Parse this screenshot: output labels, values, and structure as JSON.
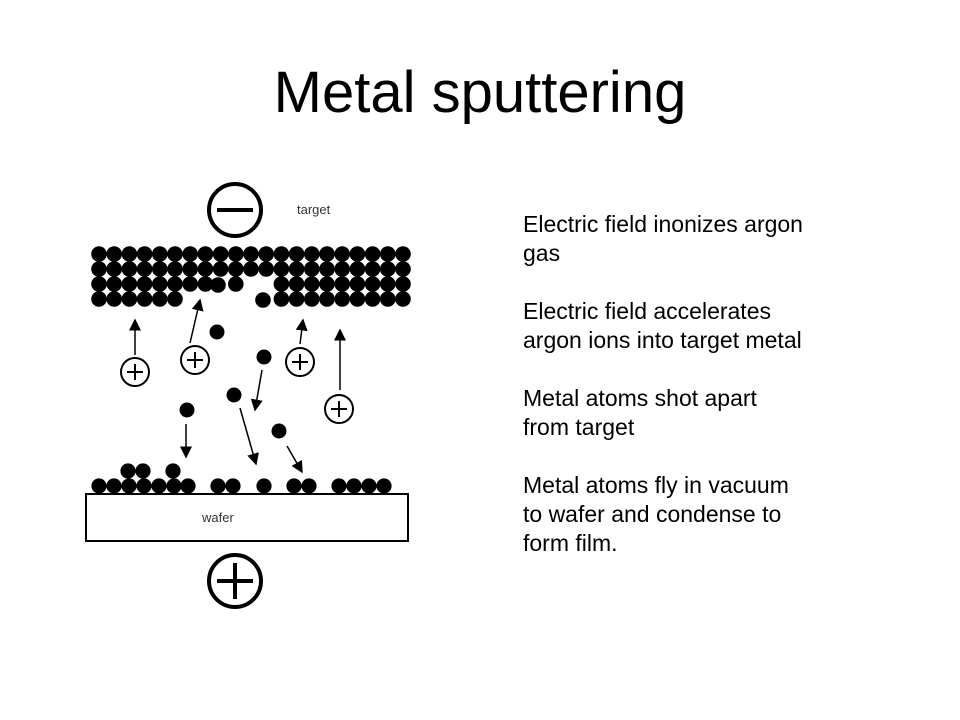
{
  "slide": {
    "title": "Metal sputtering"
  },
  "diagram": {
    "target_label": "target",
    "wafer_label": "wafer",
    "colors": {
      "atom": "#000000",
      "stroke": "#000000",
      "background": "#ffffff"
    },
    "icons": {
      "cathode": "minus-in-circle",
      "anode": "plus-in-circle",
      "ion": "plus-in-circle",
      "metal-atom": "filled-circle"
    }
  },
  "bullets": [
    "Electric field inonizes argon\ngas",
    "Electric field accelerates\nargon ions into target metal",
    "Metal atoms shot apart\nfrom target",
    "Metal atoms fly in vacuum\nto wafer and condense to\nform film."
  ]
}
